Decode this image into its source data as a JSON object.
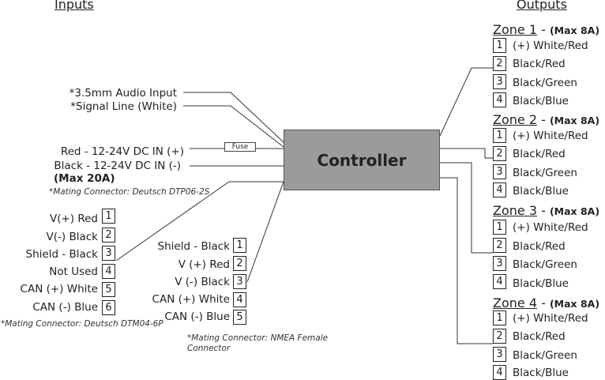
{
  "headers": {
    "inputs": "Inputs",
    "outputs": "Outputs"
  },
  "controller": {
    "label": "Controller"
  },
  "fuse": {
    "label": "Fuse"
  },
  "audio": {
    "line1": "*3.5mm Audio Input",
    "line2": "*Signal Line (White)"
  },
  "power": {
    "red": "Red - 12-24V DC IN (+)",
    "black": "Black - 12-24V DC IN (-)",
    "max": "(Max 20A)",
    "connector": "*Mating Connector: Deutsch DTP06-2S"
  },
  "can6": {
    "pins": [
      {
        "label": "V(+) Red",
        "num": "1"
      },
      {
        "label": "V(-) Black",
        "num": "2"
      },
      {
        "label": "Shield - Black",
        "num": "3"
      },
      {
        "label": "Not Used",
        "num": "4"
      },
      {
        "label": "CAN (+) White",
        "num": "5"
      },
      {
        "label": "CAN (-) Blue",
        "num": "6"
      }
    ],
    "connector": "*Mating Connector: Deutsch DTM04-6P"
  },
  "nmea": {
    "pins": [
      {
        "label": "Shield - Black",
        "num": "1"
      },
      {
        "label": "V (+) Red",
        "num": "2"
      },
      {
        "label": "V (-) Black",
        "num": "3"
      },
      {
        "label": "CAN (+) White",
        "num": "4"
      },
      {
        "label": "CAN (-) Blue",
        "num": "5"
      }
    ],
    "connector_line1": "*Mating Connector: NMEA Female",
    "connector_line2": "Connector"
  },
  "zones": [
    {
      "title": "Zone 1",
      "dash": " - ",
      "max": "(Max 8A)",
      "pins": [
        {
          "num": "1",
          "label": "(+) White/Red"
        },
        {
          "num": "2",
          "label": "Black/Red"
        },
        {
          "num": "3",
          "label": "Black/Green"
        },
        {
          "num": "4",
          "label": "Black/Blue"
        }
      ]
    },
    {
      "title": "Zone 2",
      "dash": " - ",
      "max": "(Max 8A)",
      "pins": [
        {
          "num": "1",
          "label": "(+) White/Red"
        },
        {
          "num": "2",
          "label": "Black/Red"
        },
        {
          "num": "3",
          "label": "Black/Green"
        },
        {
          "num": "4",
          "label": "Black/Blue"
        }
      ]
    },
    {
      "title": "Zone 3",
      "dash": " - ",
      "max": "(Max 8A)",
      "pins": [
        {
          "num": "1",
          "label": "(+) White/Red"
        },
        {
          "num": "2",
          "label": "Black/Red"
        },
        {
          "num": "3",
          "label": "Black/Green"
        },
        {
          "num": "4",
          "label": "Black/Blue"
        }
      ]
    },
    {
      "title": "Zone 4",
      "dash": " - ",
      "max": "(Max 8A)",
      "pins": [
        {
          "num": "1",
          "label": "(+) White/Red"
        },
        {
          "num": "2",
          "label": "Black/Red"
        },
        {
          "num": "3",
          "label": "Black/Green"
        },
        {
          "num": "4",
          "label": "Black/Blue"
        }
      ]
    }
  ]
}
